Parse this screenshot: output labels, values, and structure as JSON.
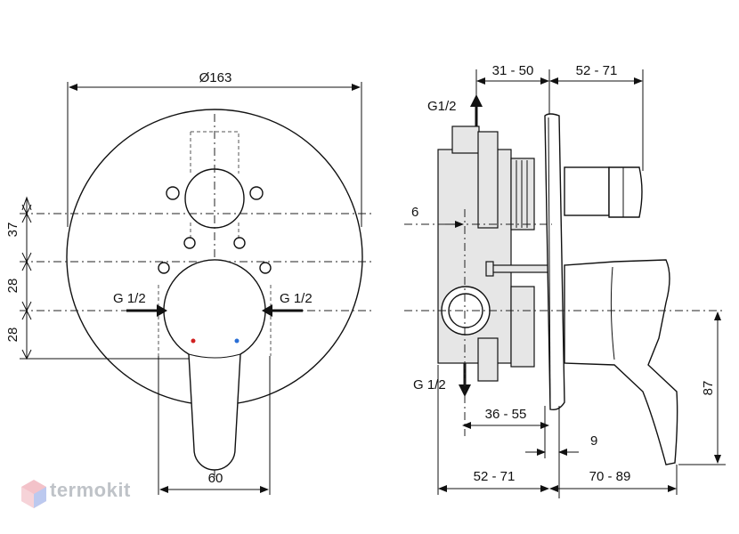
{
  "front_view": {
    "diameter_label": "Ø163",
    "dim_37": "37",
    "dim_28_upper": "28",
    "dim_28_lower": "28",
    "inlet_left": "G 1/2",
    "inlet_right": "G 1/2",
    "lever_width": "60"
  },
  "side_view": {
    "top_left_range": "31 - 50",
    "top_right_range": "52 - 71",
    "outlet_top": "G1/2",
    "outlet_bottom": "G 1/2",
    "dim_6": "6",
    "dim_36_55": "36 - 55",
    "dim_9": "9",
    "bottom_left_range": "52 - 71",
    "bottom_right_range": "70 - 89",
    "height_87": "87"
  },
  "brand": {
    "name": "termokit",
    "logo_colors": [
      "#f2b8c0",
      "#b9c8f0"
    ]
  }
}
